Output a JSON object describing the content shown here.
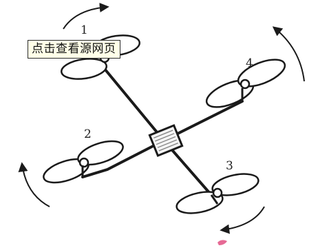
{
  "tooltip": {
    "text": "点击查看源网页"
  },
  "rotor_labels": {
    "r1": "1",
    "r2": "2",
    "r3": "3",
    "r4": "4"
  },
  "colors": {
    "line": "#1a1a1a",
    "tooltip_bg": "#ffffe8",
    "accent_mark": "#e0457b"
  }
}
